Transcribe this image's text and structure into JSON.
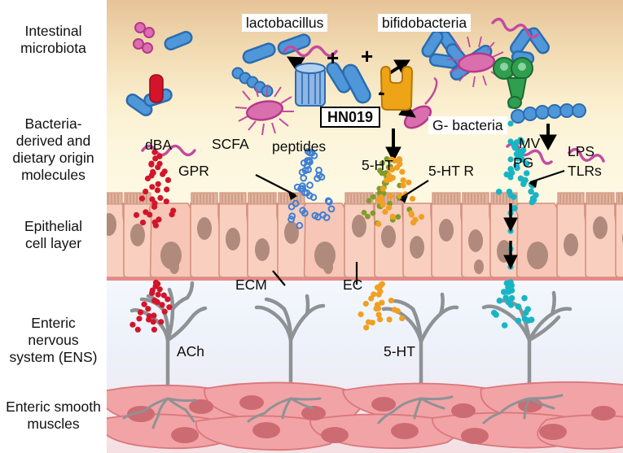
{
  "figure": {
    "type": "biomedical-schematic",
    "title": "Gut microbiota - epithelium - enteric nervous system signalling",
    "background_colors": {
      "lumen_top": "#e7c398",
      "lumen_bottom": "#fdf8e2",
      "epithelium_bg": "#fdf8e2",
      "ens_top": "#f4f8fd",
      "ens_bottom": "#f5dfe2",
      "basement_membrane": "#e8888a",
      "epithelial_cell_fill": "#f9cfc0",
      "epithelial_cell_stroke": "#d4917f",
      "nucleus": "#b08a7c",
      "muscle_fill": "#f2a3a6",
      "muscle_stroke": "#d9787d",
      "muscle_nucleus": "#cd6b72",
      "neuron": "#8e9295"
    }
  },
  "row_labels": [
    {
      "id": "intestinal-microbiota",
      "text": "Intestinal\nmicrobiota",
      "lines": [
        "Intestinal",
        "microbiota"
      ]
    },
    {
      "id": "bacteria-derived",
      "text": "Bacteria-derived and dietary origin molecules",
      "lines": [
        "Bacteria-",
        "derived and",
        "dietary origin",
        "molecules"
      ]
    },
    {
      "id": "epithelial-cell-layer",
      "lines": [
        "Epithelial",
        "cell layer"
      ]
    },
    {
      "id": "enteric-nervous-system",
      "lines": [
        "Enteric",
        "nervous",
        "system (ENS)"
      ]
    },
    {
      "id": "enteric-smooth-muscles",
      "lines": [
        "Enteric smooth",
        "muscles"
      ]
    }
  ],
  "lumen_labels": {
    "lactobacillus": "lactobacillus",
    "bifidobacteria": "bifidobacteria",
    "hn019": "HN019",
    "g_negative_bacteria": "G- bacteria",
    "plus_1": "+",
    "plus_2": "+",
    "minus": "-"
  },
  "molecule_labels": {
    "dba": "dBA",
    "gpr": "GPR",
    "scfa": "SCFA",
    "peptides": "peptides",
    "five_ht": "5-HT",
    "five_ht_r": "5-HT R",
    "mv": "MV",
    "pg": "PG",
    "lps": "LPS",
    "tlrs": "TLRs"
  },
  "epithelium_labels": {
    "ecm": "ECM",
    "ec": "EC"
  },
  "ens_labels": {
    "ach": "ACh",
    "five_ht": "5-HT"
  },
  "bacteria_colors": {
    "blue_rod": "#4f97d8",
    "blue_rod_stroke": "#2b6cb0",
    "pink": "#da6fae",
    "pink_stroke": "#b8378c"
  },
  "molecule_colors": {
    "dba_dots": "#d4142a",
    "scfa_dots": "#3f7fd4",
    "peptide_dots": "#7f9c2a",
    "five_ht_dots": "#f0a022",
    "lps_dots": "#18b5c4",
    "gpr_receptor": "#6d9fdb",
    "five_ht_receptor": "#eda417",
    "tlr_receptor": "#2f9e4f"
  }
}
